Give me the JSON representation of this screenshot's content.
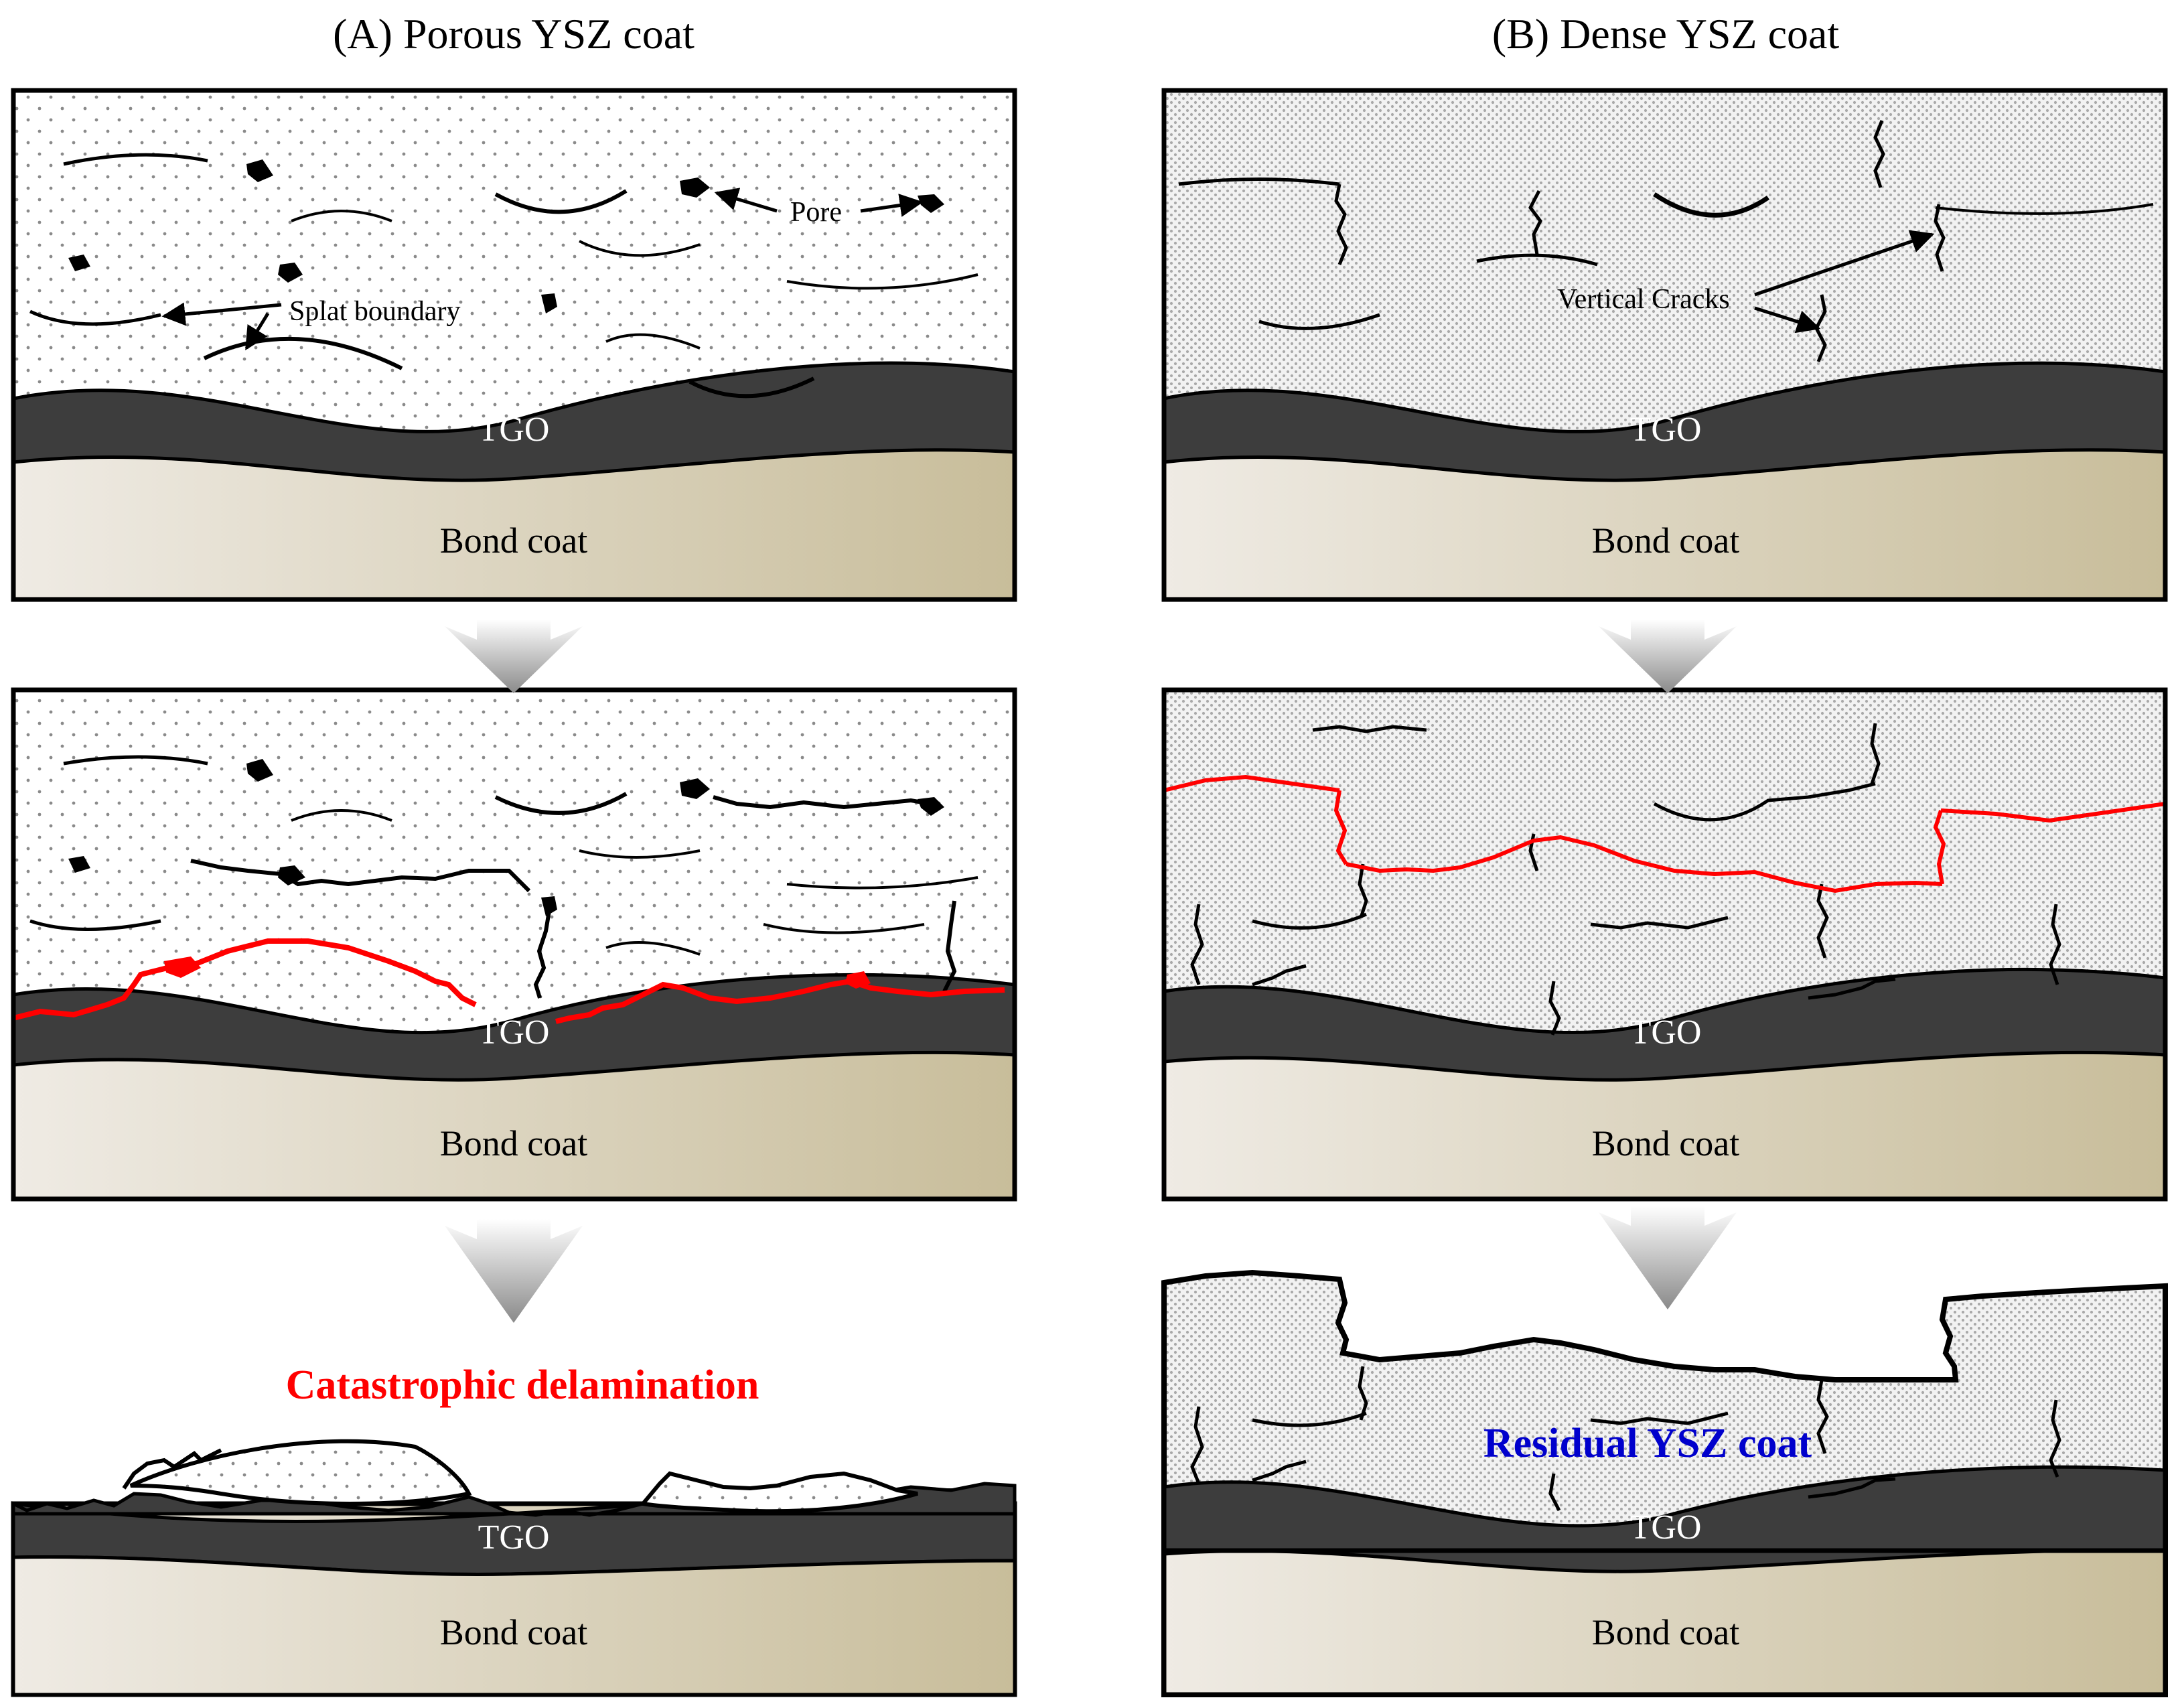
{
  "titles": {
    "a": "(A) Porous YSZ coat",
    "b": "(B) Dense YSZ coat"
  },
  "layers": {
    "tgo": "TGO",
    "bond": "Bond coat"
  },
  "labels": {
    "pore": "Pore",
    "splat": "Splat boundary",
    "vertical": "Vertical Cracks",
    "catastrophic": "Catastrophic delamination",
    "residual": "Residual YSZ coat"
  },
  "colors": {
    "tgo": "#3d3d3d",
    "bond_left": "#efebe4",
    "bond_right": "#c8bd9a",
    "delamination_crack": "#ff0000",
    "catastrophic_text": "#ff0000",
    "residual_text": "#0000cc",
    "arrow": "#9a9a9a"
  }
}
